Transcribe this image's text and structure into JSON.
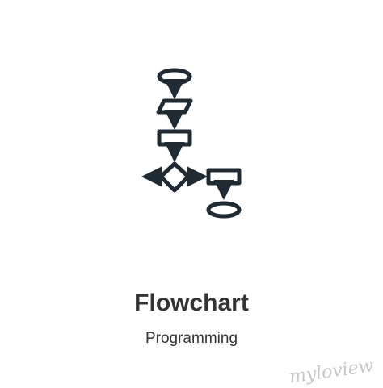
{
  "icon": {
    "name": "flowchart-icon",
    "stroke_color": "#1f2a33"
  },
  "title": "Flowchart",
  "subtitle": "Programming",
  "watermark": "myloview"
}
